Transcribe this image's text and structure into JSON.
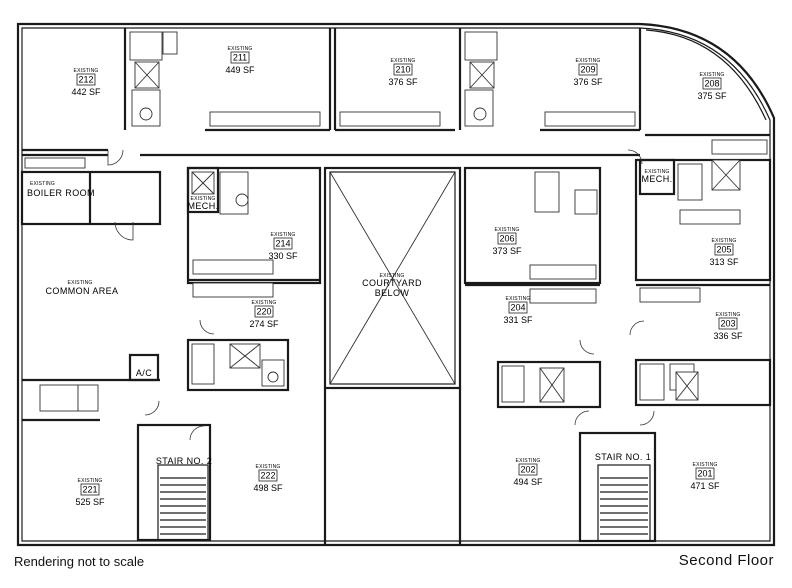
{
  "rooms": [
    {
      "id": "212",
      "tag": "EXISTING",
      "area": "442 SF"
    },
    {
      "id": "211",
      "tag": "EXISTING",
      "area": "449 SF"
    },
    {
      "id": "210",
      "tag": "EXISTING",
      "area": "376 SF"
    },
    {
      "id": "209",
      "tag": "EXISTING",
      "area": "376 SF"
    },
    {
      "id": "208",
      "tag": "EXISTING",
      "area": "375 SF"
    },
    {
      "id": "214",
      "tag": "EXISTING",
      "area": "330 SF"
    },
    {
      "id": "220",
      "tag": "EXISTING",
      "area": "274 SF"
    },
    {
      "id": "206",
      "tag": "EXISTING",
      "area": "373 SF"
    },
    {
      "id": "204",
      "tag": "EXISTING",
      "area": "331 SF"
    },
    {
      "id": "205",
      "tag": "EXISTING",
      "area": "313 SF"
    },
    {
      "id": "203",
      "tag": "EXISTING",
      "area": "336 SF"
    },
    {
      "id": "221",
      "tag": "EXISTING",
      "area": "525 SF"
    },
    {
      "id": "222",
      "tag": "EXISTING",
      "area": "498 SF"
    },
    {
      "id": "202",
      "tag": "EXISTING",
      "area": "494 SF"
    },
    {
      "id": "201",
      "tag": "EXISTING",
      "area": "471 SF"
    }
  ],
  "spaces": {
    "boiler_room": {
      "tag": "EXISTING",
      "name": "BOILER ROOM"
    },
    "common_area": {
      "tag": "EXISTING",
      "name": "COMMON AREA"
    },
    "courtyard": {
      "tag": "EXISTING",
      "name_line1": "COURTYARD",
      "name_line2": "BELOW"
    },
    "mech_left": {
      "tag": "EXISTING",
      "name": "MECH."
    },
    "mech_right": {
      "tag": "EXISTING",
      "name": "MECH."
    },
    "ac": {
      "name": "A/C"
    },
    "stair_2": {
      "name": "STAIR NO. 2"
    },
    "stair_1": {
      "name": "STAIR NO. 1"
    }
  },
  "captions": {
    "scale_note": "Rendering not to scale",
    "floor_name": "Second Floor"
  }
}
